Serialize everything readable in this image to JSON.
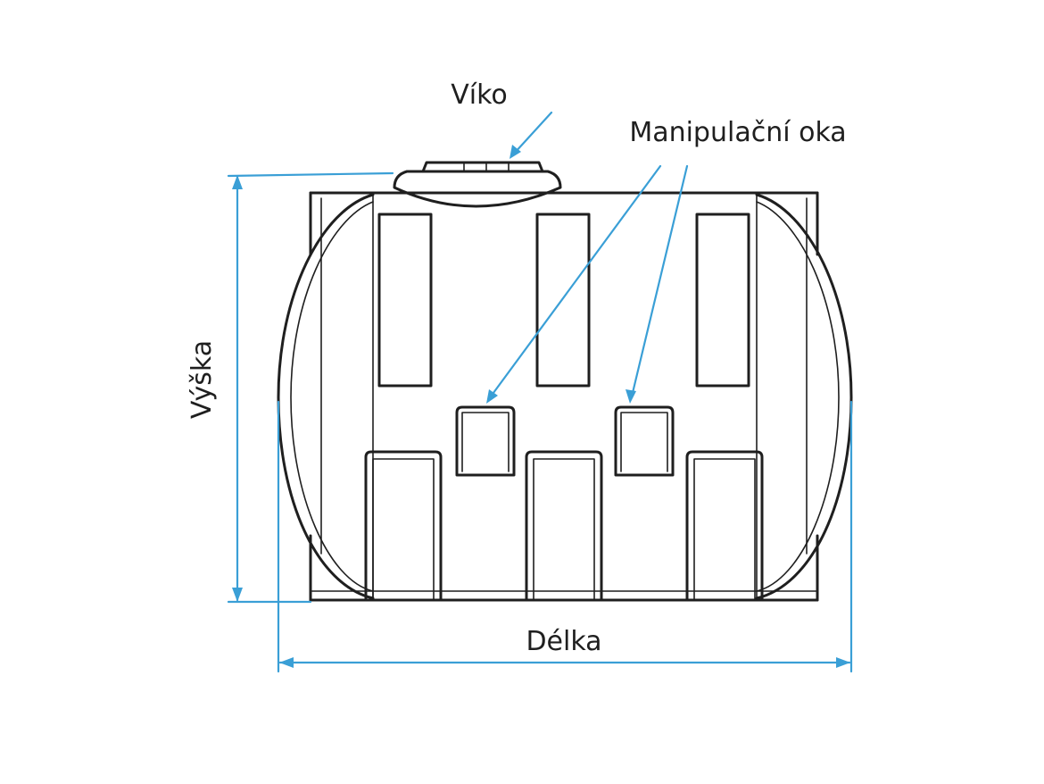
{
  "labels": {
    "lid": "Víko",
    "handling_eyes": "Manipulační oka",
    "height": "Výška",
    "length": "Délka"
  },
  "colors": {
    "dimension": "#3a9fd6",
    "outline": "#1f1f1f"
  }
}
